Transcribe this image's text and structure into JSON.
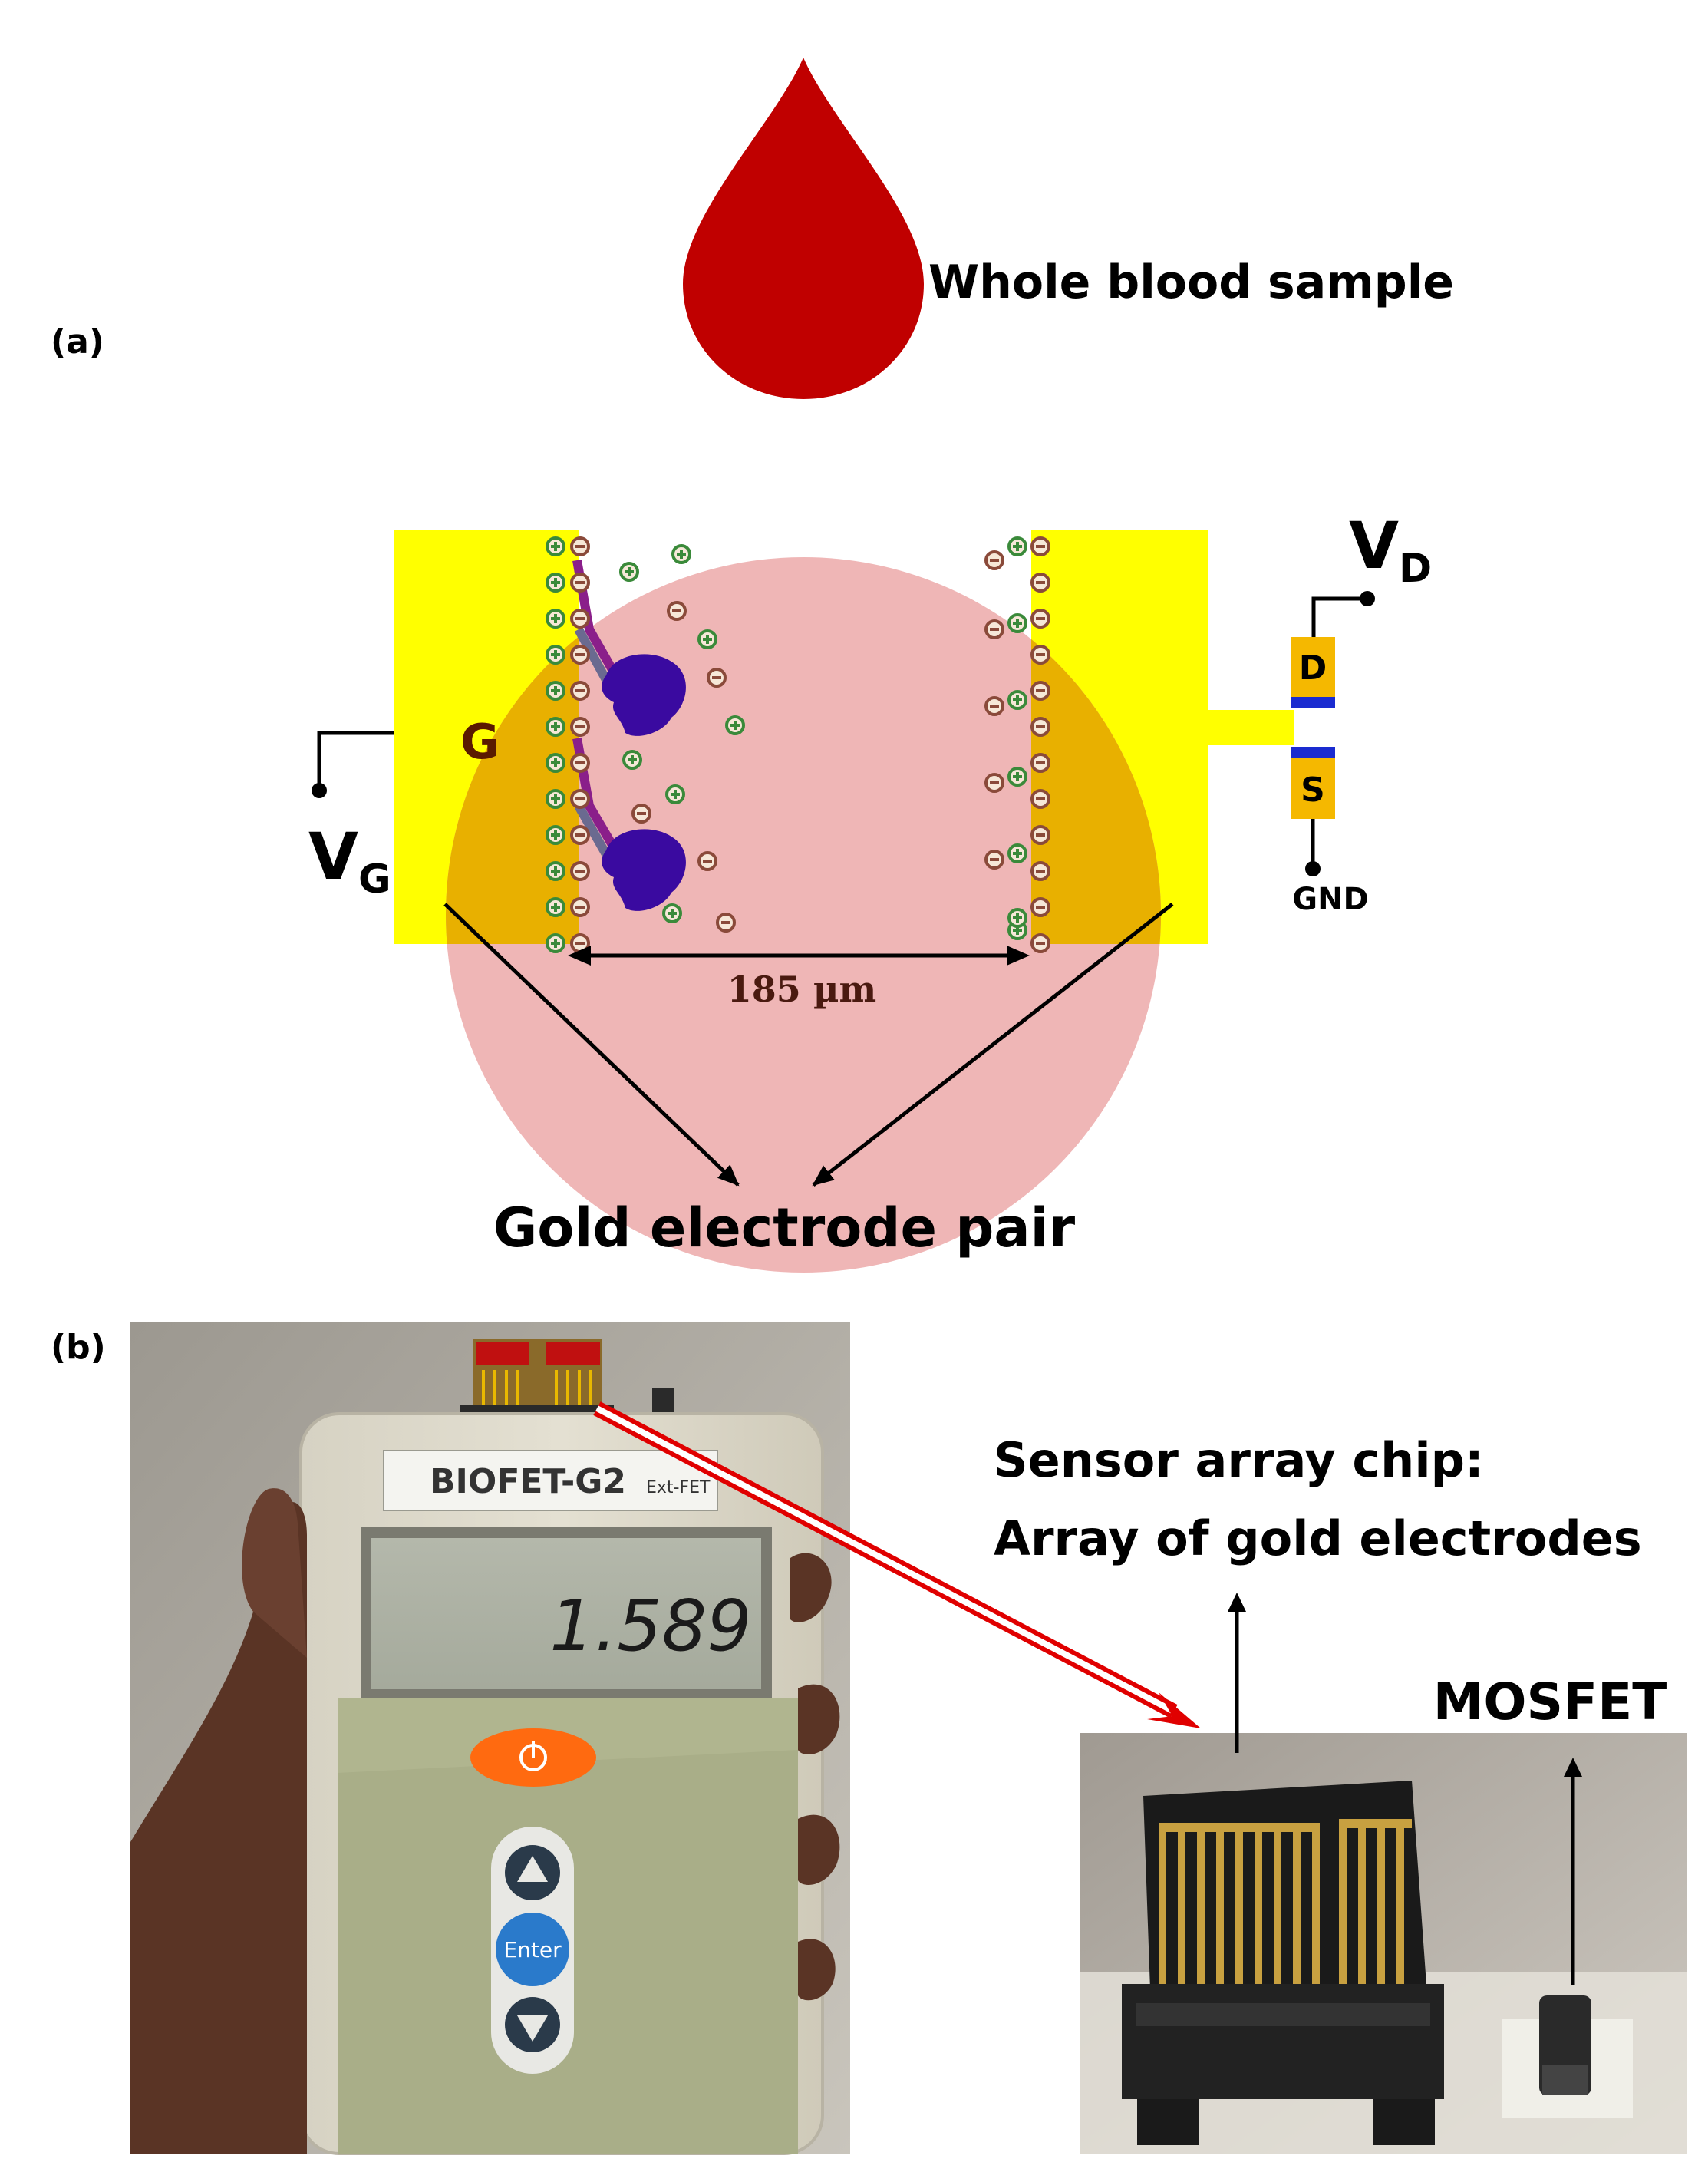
{
  "panel_a": {
    "label": "(a)",
    "blood_label": "Whole blood sample",
    "gate_label": "G",
    "vg_main": "V",
    "vg_sub": "G",
    "vd_main": "V",
    "vd_sub": "D",
    "drain_label": "D",
    "source_label": "S",
    "gnd_label": "GND",
    "gap_label": "185 µm",
    "electrode_label": "Gold electrode pair"
  },
  "panel_b": {
    "label": "(b)",
    "device_brand": "BIOFET-G2",
    "device_model": "Ext-FET",
    "display_value": "1.589",
    "enter_label": "Enter",
    "chip_label_line1": "Sensor array chip:",
    "chip_label_line2": "Array of gold electrodes",
    "mosfet_label": "MOSFET"
  },
  "colors": {
    "blood": "#c00000",
    "blood_circle": "#eeb0b0",
    "electrode": "#ffff00",
    "electrode_overlap": "#e8b000",
    "antibody": "#8a1f8a",
    "antigen": "#3a0aa0",
    "positive_ion": "#3a8a3a",
    "negative_ion": "#8a4a3a",
    "arrow_red": "#e00000"
  }
}
